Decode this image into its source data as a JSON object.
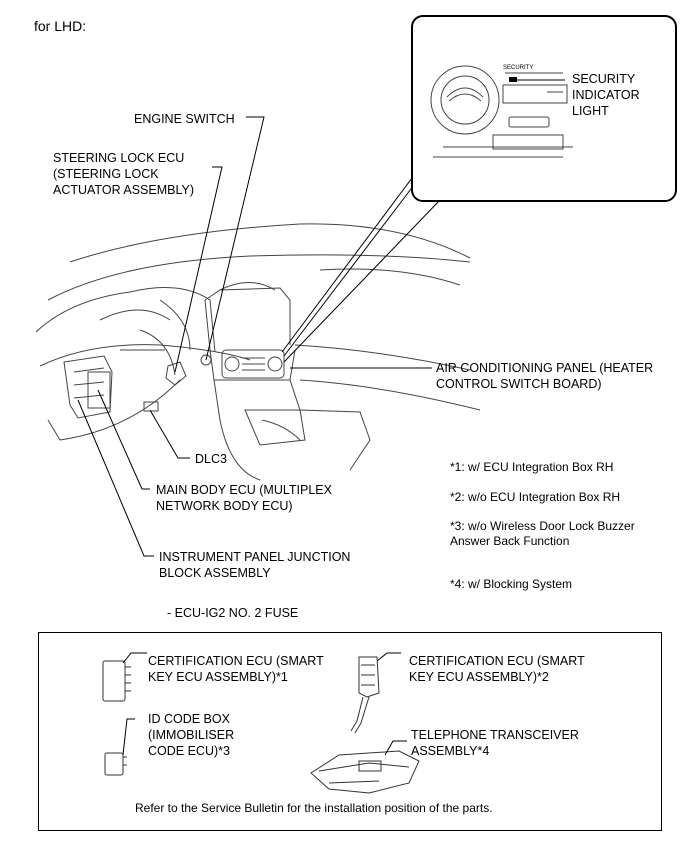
{
  "header": {
    "title": "for LHD:"
  },
  "labels": {
    "security_indicator": "SECURITY\nINDICATOR\nLIGHT",
    "security_small": "SECURITY",
    "engine_switch": "ENGINE SWITCH",
    "steering_lock_ecu": "STEERING LOCK ECU\n(STEERING LOCK\nACTUATOR ASSEMBLY)",
    "air_conditioning_panel": "AIR CONDITIONING PANEL (HEATER\nCONTROL SWITCH BOARD)",
    "dlc3": "DLC3",
    "main_body_ecu": "MAIN BODY ECU (MULTIPLEX\nNETWORK BODY ECU)",
    "instrument_panel_jb": "INSTRUMENT PANEL JUNCTION\nBLOCK ASSEMBLY",
    "fuse": "- ECU-IG2 NO. 2 FUSE"
  },
  "notes": [
    "*1: w/ ECU Integration Box RH",
    "*2: w/o ECU Integration Box RH",
    "*3: w/o Wireless Door Lock Buzzer\nAnswer Back Function",
    "*4: w/ Blocking System"
  ],
  "parts_box": {
    "cert_ecu_1": "CERTIFICATION ECU (SMART\nKEY ECU ASSEMBLY)*1",
    "cert_ecu_2": "CERTIFICATION ECU (SMART\nKEY ECU ASSEMBLY)*2",
    "id_code_box": "ID CODE BOX\n(IMMOBILISER\nCODE ECU)*3",
    "telephone": "TELEPHONE TRANSCEIVER\nASSEMBLY*4",
    "footer": "Refer to the Service Bulletin for the installation position of the parts."
  }
}
